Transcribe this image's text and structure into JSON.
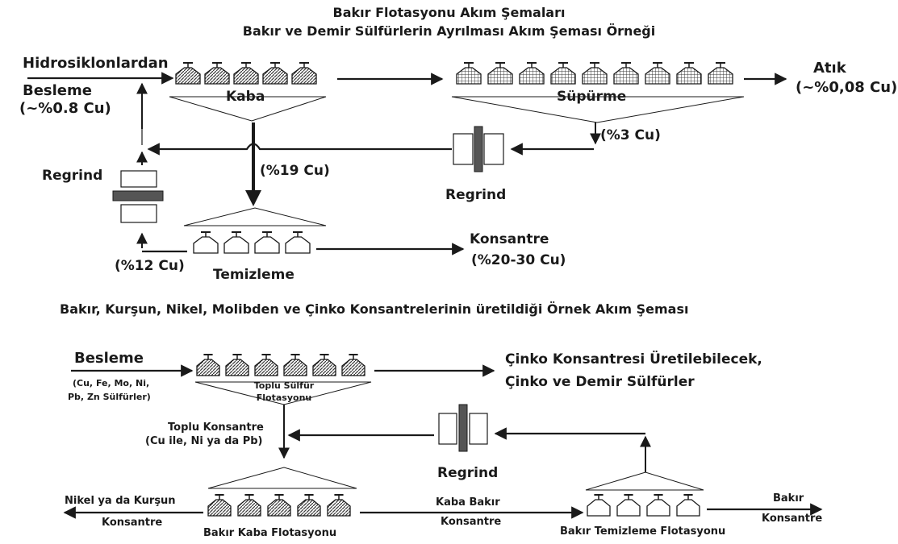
{
  "top": {
    "title": "Bakır Flotasyonu Akım Şemaları",
    "subtitle": "Bakır ve Demir Sülfürlerin Ayrılması Akım Şeması Örneği",
    "feed_source": "Hidrosiklonlardan",
    "feed_label": "Besleme",
    "feed_grade": "(~%0.8 Cu)",
    "rougher": "Kaba",
    "scavenger": "Süpürme",
    "tailings": "Atık",
    "tailings_grade": "(~%0,08 Cu)",
    "scav_conc_grade": "(%3 Cu)",
    "regrind_right": "Regrind",
    "regrind_left": "Regrind",
    "rougher_conc_grade": "(%19 Cu)",
    "cleaner": "Temizleme",
    "cleaner_tail_grade": "(%12 Cu)",
    "concentrate": "Konsantre",
    "concentrate_grade": "(%20-30 Cu)"
  },
  "bottom": {
    "title": "Bakır, Kurşun, Nikel, Molibden ve Çinko Konsantrelerinin üretildiği Örnek Akım Şeması",
    "feed_label": "Besleme",
    "feed_desc_1": "(Cu, Fe, Mo, Ni,",
    "feed_desc_2": "Pb, Zn Sülfürler)",
    "bulk_1": "Toplu Sülfür",
    "bulk_2": "Flotasyonu",
    "zinc_1": "Çinko Konsantresi Üretilebilecek,",
    "zinc_2": "Çinko ve Demir Sülfürler",
    "bulk_conc_1": "Toplu Konsantre",
    "bulk_conc_2": "(Cu ile, Ni ya da Pb)",
    "regrind": "Regrind",
    "nickel_1": "Nikel ya da Kurşun",
    "nickel_2": "Konsantre",
    "cu_rougher": "Bakır Kaba Flotasyonu",
    "rough_cu_1": "Kaba Bakır",
    "rough_cu_2": "Konsantre",
    "cu_cleaner": "Bakır Temizleme Flotasyonu",
    "cu_conc_1": "Bakır",
    "cu_conc_2": "Konsantre"
  },
  "colors": {
    "ink": "#1a1a1a",
    "hatch": "#4a4a4a",
    "mill_bar": "#555555"
  }
}
